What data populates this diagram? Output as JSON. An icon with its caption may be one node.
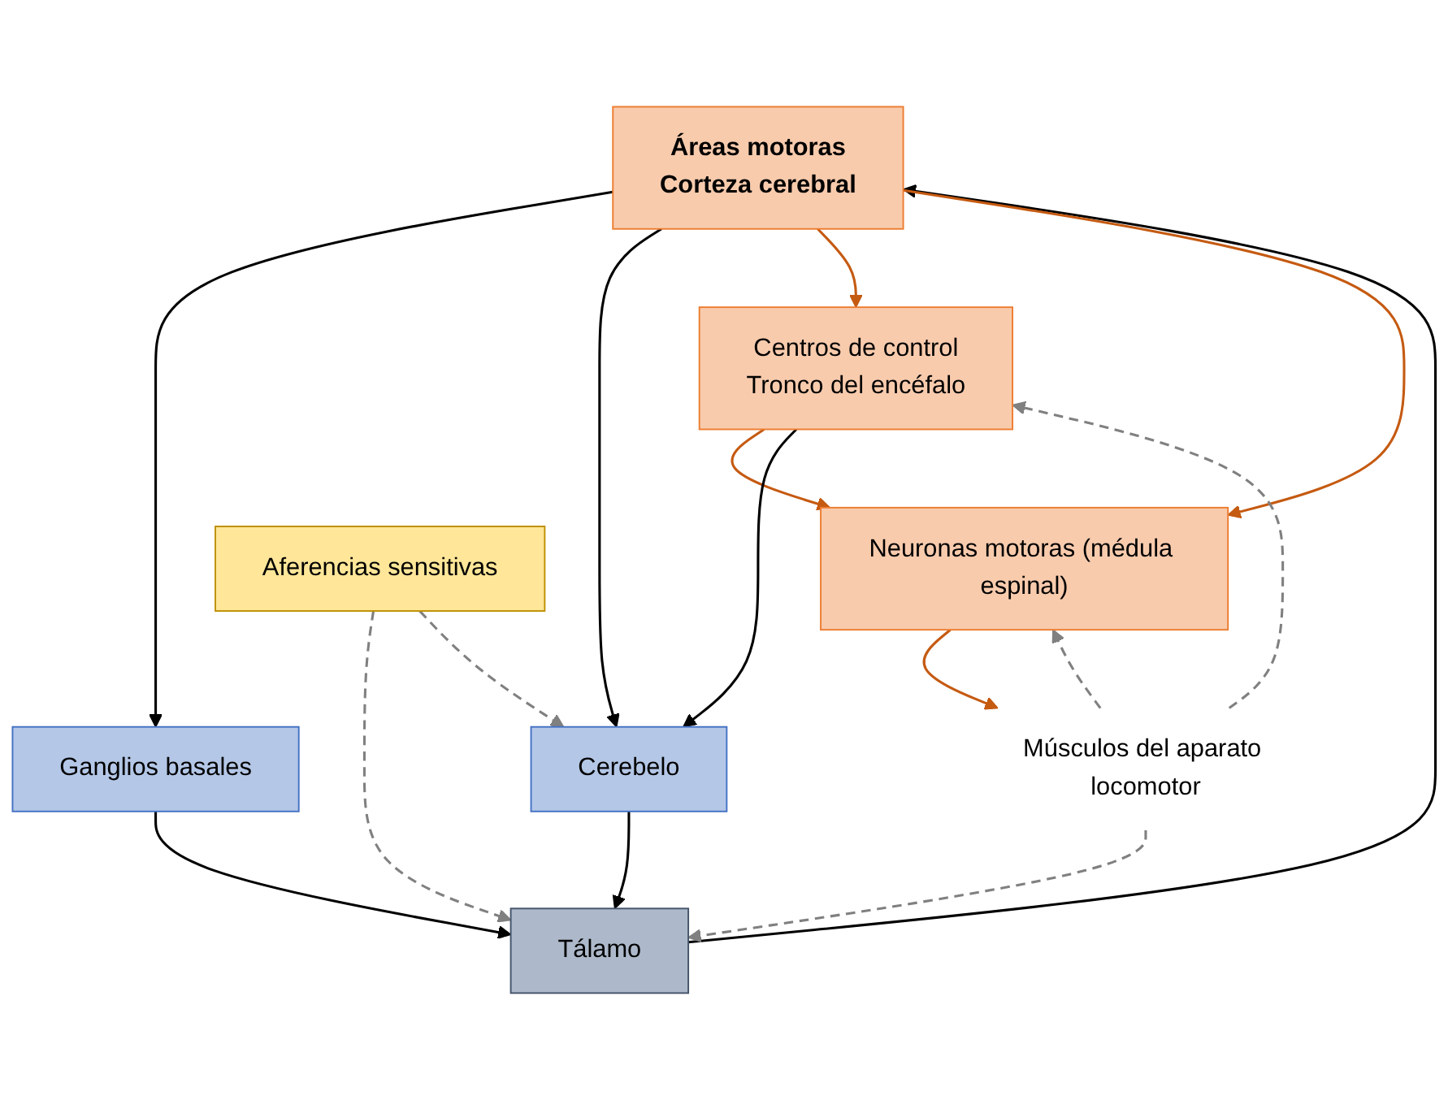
{
  "diagram": {
    "nodes": [
      {
        "text": [
          "Áreas motoras",
          "Corteza cerebral"
        ]
      },
      {
        "text": [
          "Tálamo"
        ]
      },
      {
        "text": [
          "Ganglios basales"
        ]
      },
      {
        "text": [
          "Cerebelo"
        ]
      },
      {
        "text": [
          "Centros de control",
          "Tronco del encéfalo"
        ]
      },
      {
        "text": [
          "Neuronas motoras (médula espinal)"
        ]
      },
      {
        "text": [
          "Músculos del aparato locomotor"
        ]
      },
      {
        "text": [
          "Aferencias sensitivas"
        ]
      }
    ],
    "edges": [
      {
        "from": 0,
        "to": 2,
        "arrow": "to"
      },
      {
        "from": 0,
        "to": 3,
        "arrow": "to"
      },
      {
        "from": 2,
        "to": 1,
        "arrow": "to"
      },
      {
        "from": 3,
        "to": 1,
        "arrow": "to"
      },
      {
        "from": 1,
        "to": 0,
        "arrow": "to"
      },
      {
        "from": 0,
        "to": 4,
        "arrow": "to",
        "color": "#c55a11"
      },
      {
        "from": 0,
        "to": 5,
        "arrow": "to",
        "color": "#c55a11"
      },
      {
        "from": 4,
        "to": 5,
        "arrow": "to",
        "color": "#c55a11"
      },
      {
        "from": 5,
        "to": 6,
        "arrow": "to",
        "color": "#c55a11"
      },
      {
        "from": 4,
        "to": 3,
        "arrow": "to"
      },
      {
        "from": 6,
        "to": 1,
        "arrow": "to",
        "style": "dashed",
        "color": "#808080"
      },
      {
        "from": 6,
        "to": 4,
        "arrow": "to",
        "style": "dashed",
        "color": "#808080"
      },
      {
        "from": 6,
        "to": 5,
        "arrow": "to",
        "style": "dashed",
        "color": "#808080"
      },
      {
        "from": 7,
        "to": 1,
        "arrow": "to",
        "style": "dashed",
        "color": "#808080"
      },
      {
        "from": 7,
        "to": 3,
        "arrow": "to",
        "style": "dashed",
        "color": "#808080"
      }
    ]
  }
}
